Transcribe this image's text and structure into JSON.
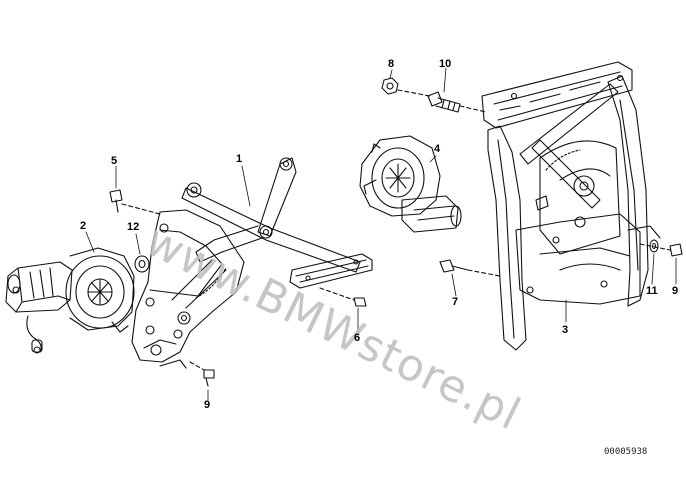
{
  "watermark": "www.BMWstore.pl",
  "diagram_code": "00005938",
  "callouts": [
    {
      "id": "c1",
      "label": "1"
    },
    {
      "id": "c2",
      "label": "2"
    },
    {
      "id": "c3",
      "label": "3"
    },
    {
      "id": "c4",
      "label": "4"
    },
    {
      "id": "c5",
      "label": "5"
    },
    {
      "id": "c6",
      "label": "6"
    },
    {
      "id": "c7",
      "label": "7"
    },
    {
      "id": "c8",
      "label": "8"
    },
    {
      "id": "c9a",
      "label": "9"
    },
    {
      "id": "c9b",
      "label": "9"
    },
    {
      "id": "c10",
      "label": "10"
    },
    {
      "id": "c11",
      "label": "11"
    },
    {
      "id": "c12",
      "label": "12"
    }
  ]
}
